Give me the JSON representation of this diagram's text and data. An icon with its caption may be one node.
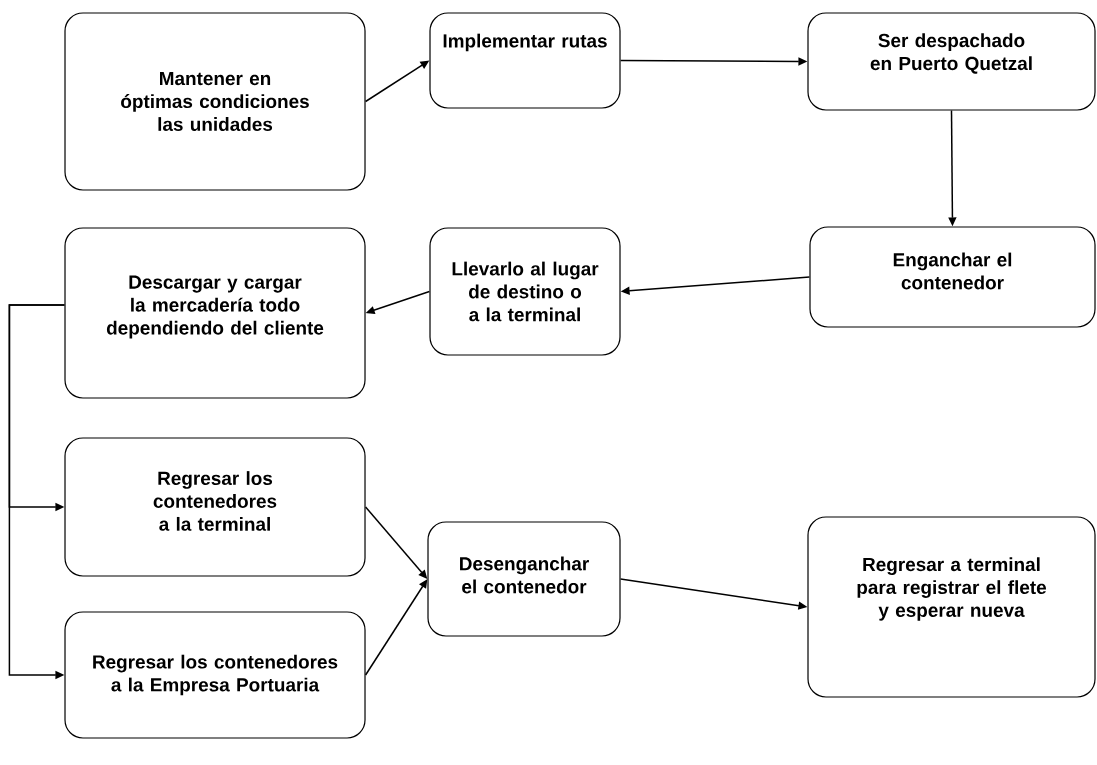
{
  "diagram": {
    "nodes": [
      {
        "text": [
          "Mantener en óptimas condiciones las unidades"
        ]
      },
      {
        "text": [
          "Implementar rutas"
        ]
      },
      {
        "text": [
          "Ser despachado en Puerto Quetzal"
        ]
      },
      {
        "text": [
          "Enganchar el contenedor"
        ]
      },
      {
        "text": [
          "Llevarlo al lugar de destino o a la terminal"
        ]
      },
      {
        "text": [
          "Descargar y cargar la mercadería todo dependiendo del cliente"
        ]
      },
      {
        "text": [
          "Regresar los contenedores a la terminal"
        ]
      },
      {
        "text": [
          "Regresar los contenedores a la Empresa Portuaria"
        ]
      },
      {
        "text": [
          "Desenganchar el contenedor"
        ]
      },
      {
        "text": [
          "Regresar a terminal para registrar el flete y esperar nueva"
        ]
      }
    ],
    "edges": [
      {
        "from": 0,
        "to": 1,
        "arrow": "to"
      },
      {
        "from": 1,
        "to": 2,
        "arrow": "to"
      },
      {
        "from": 2,
        "to": 3,
        "arrow": "to"
      },
      {
        "from": 3,
        "to": 4,
        "arrow": "to"
      },
      {
        "from": 4,
        "to": 5,
        "arrow": "to"
      },
      {
        "from": 5,
        "to": 6,
        "arrow": "to"
      },
      {
        "from": 5,
        "to": 7,
        "arrow": "to"
      },
      {
        "from": 6,
        "to": 8,
        "arrow": "to"
      },
      {
        "from": 7,
        "to": 8,
        "arrow": "to"
      },
      {
        "from": 8,
        "to": 9,
        "arrow": "to"
      }
    ]
  }
}
